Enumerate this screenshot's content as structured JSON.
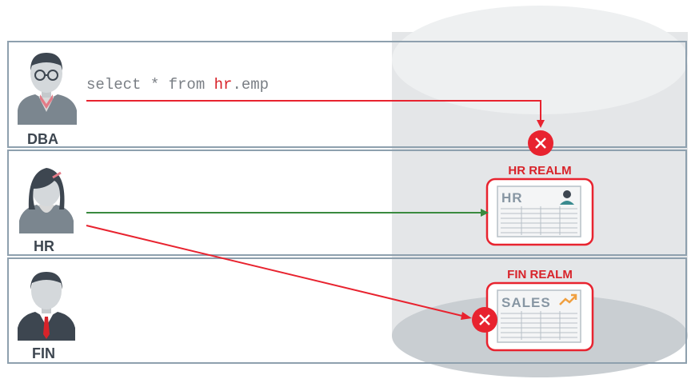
{
  "lanes": [
    {
      "id": "dba",
      "label": "DBA"
    },
    {
      "id": "hr",
      "label": "HR"
    },
    {
      "id": "fin",
      "label": "FIN"
    }
  ],
  "query": {
    "prefix": "select * from ",
    "highlight": "hr",
    "suffix": ".emp"
  },
  "realms": [
    {
      "id": "hr",
      "label": "HR REALM",
      "card_title": "HR"
    },
    {
      "id": "fin",
      "label": "FIN REALM",
      "card_title": "SALES"
    }
  ],
  "connections": [
    {
      "from": "DBA",
      "to": "HR REALM",
      "status": "blocked"
    },
    {
      "from": "HR",
      "to": "HR REALM",
      "status": "allowed"
    },
    {
      "from": "HR",
      "to": "FIN REALM",
      "status": "blocked"
    }
  ],
  "colors": {
    "blocked": "#e8232f",
    "allowed": "#3a8a3f",
    "lane_border": "#8ea0ae",
    "cylinder": "#e4e6e8",
    "cylinder_top": "#eef0f1",
    "cylinder_bottom": "#c9ced2"
  }
}
